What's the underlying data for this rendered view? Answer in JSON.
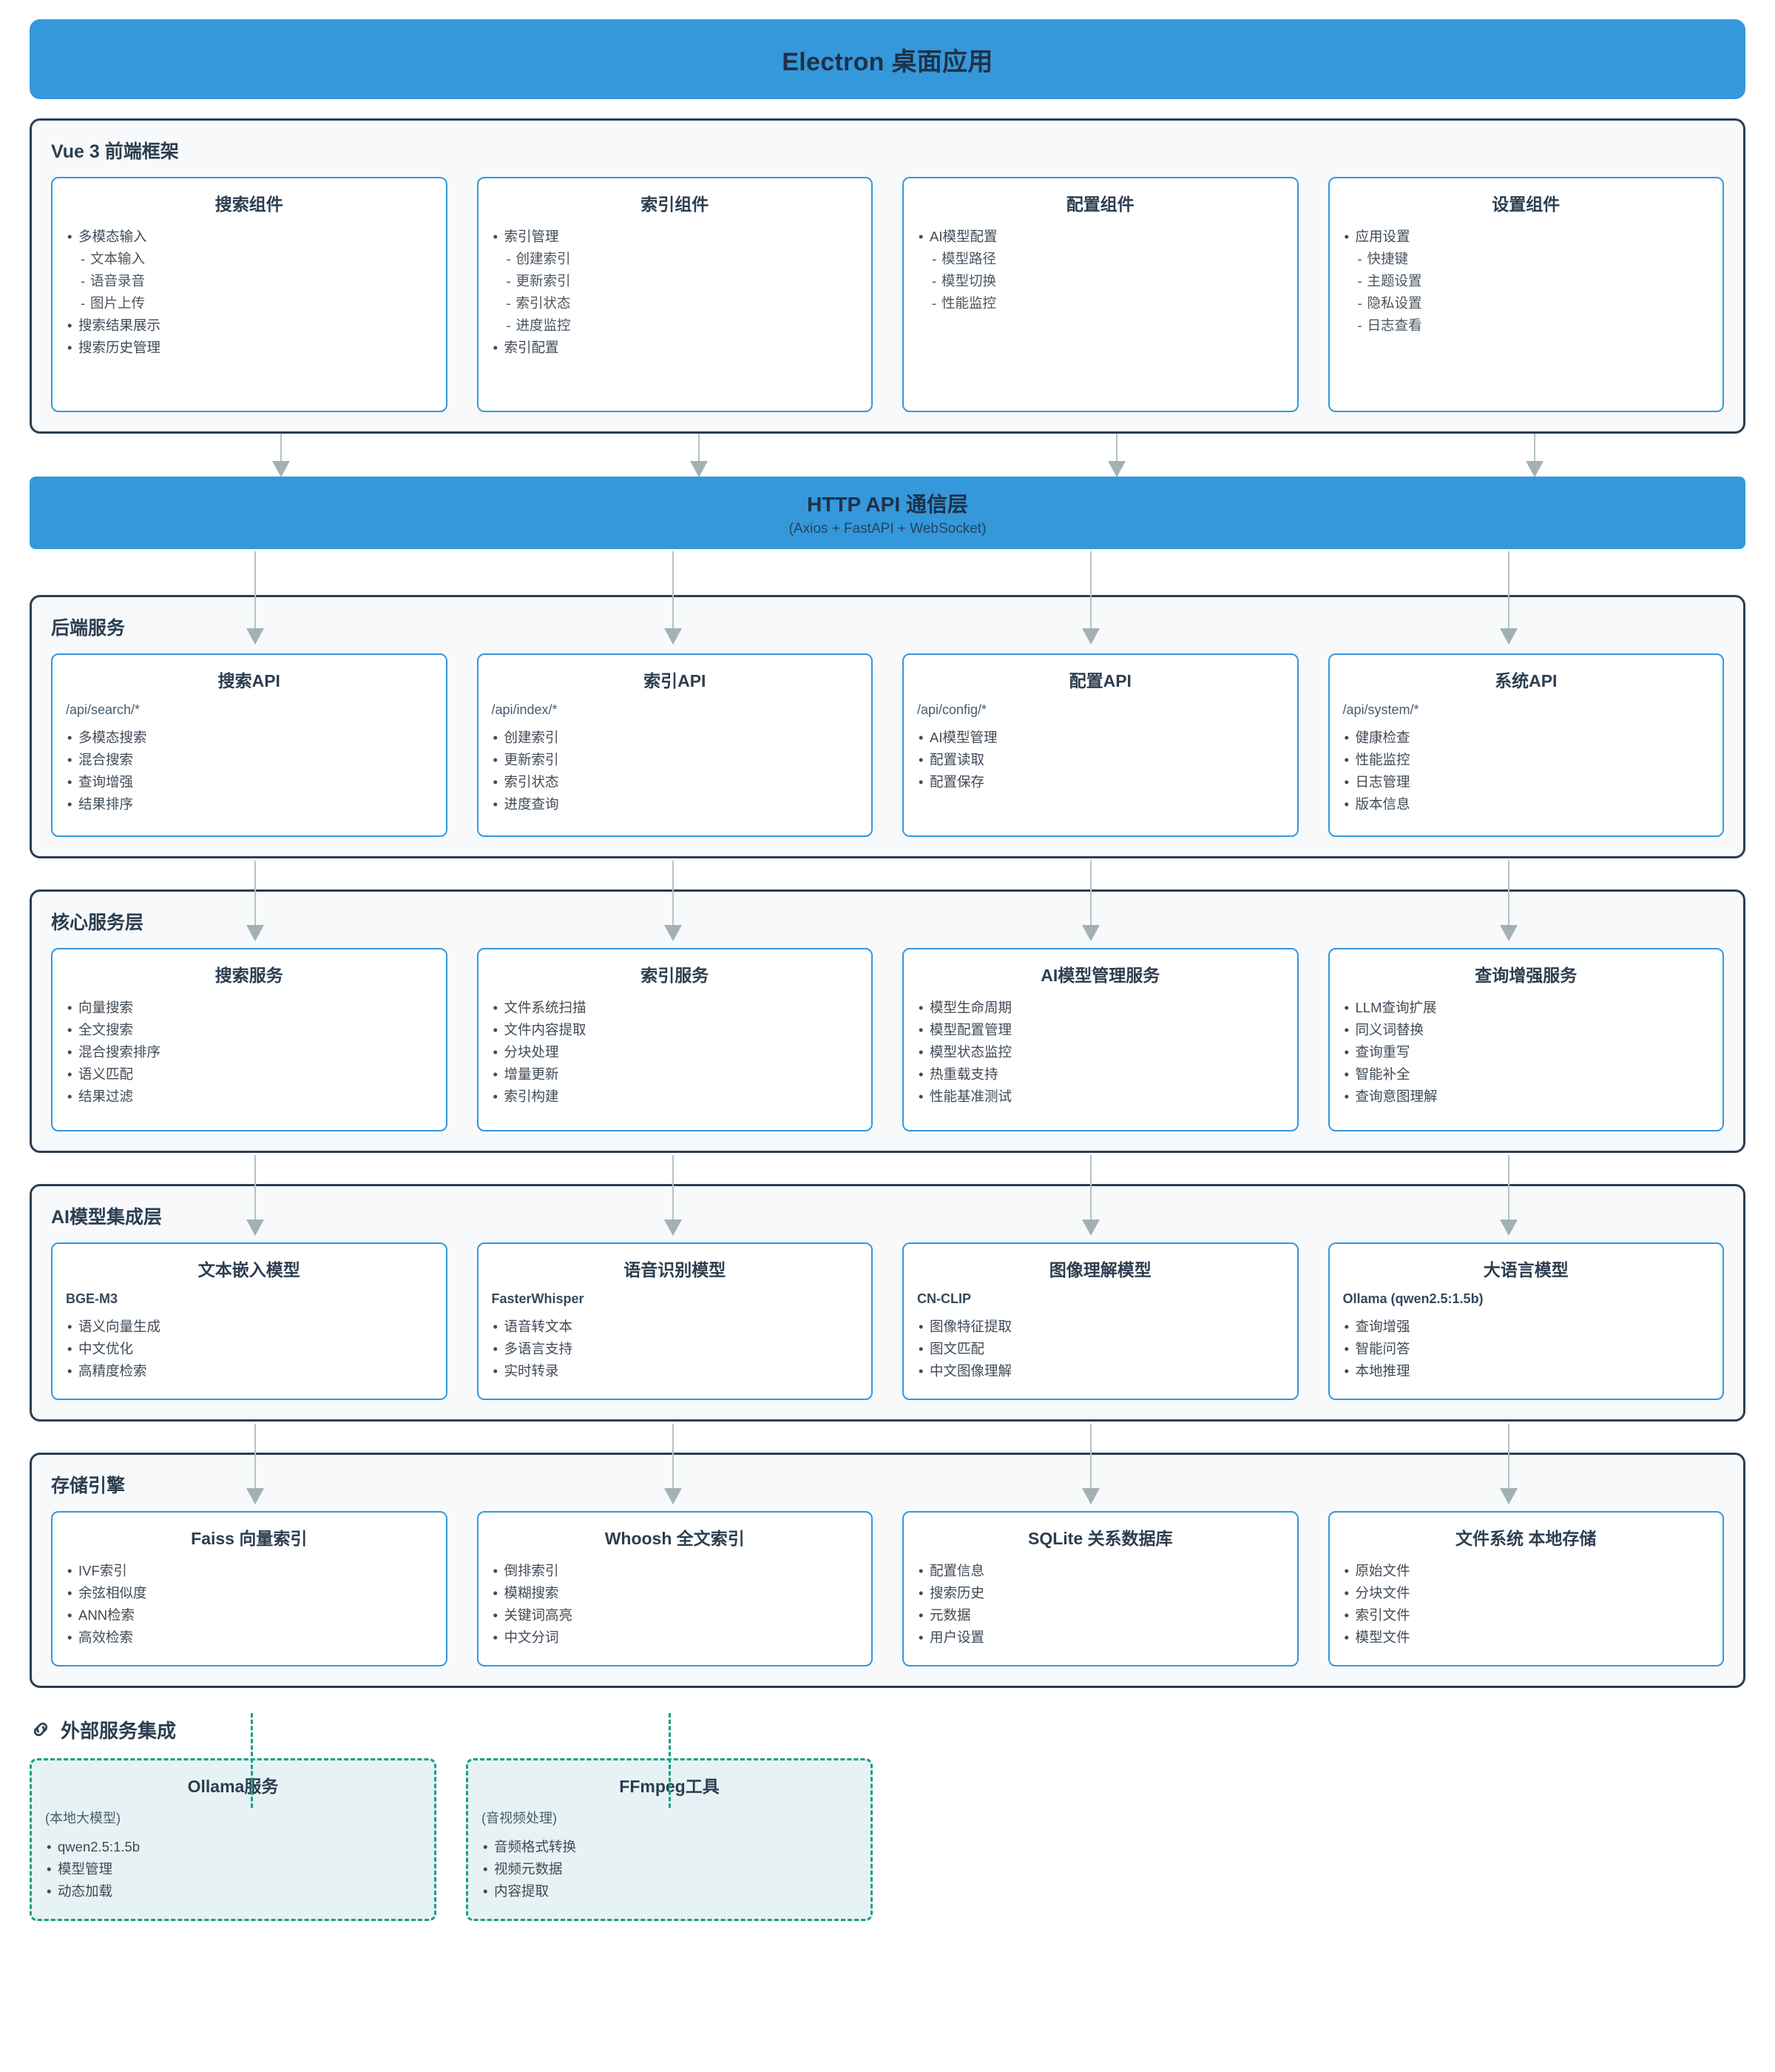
{
  "banner": {
    "title": "Electron 桌面应用"
  },
  "layers": [
    {
      "id": "frontend",
      "title": "Vue 3 前端框架",
      "cards": [
        {
          "title": "搜索组件",
          "features": [
            "多模态输入"
          ],
          "sub_features": [
            "文本输入",
            "语音录音",
            "图片上传"
          ],
          "features_after": [
            "搜索结果展示",
            "搜索历史管理"
          ]
        },
        {
          "title": "索引组件",
          "features": [
            "索引管理"
          ],
          "sub_features": [
            "创建索引",
            "更新索引",
            "索引状态",
            "进度监控"
          ],
          "features_after": [
            "索引配置"
          ]
        },
        {
          "title": "配置组件",
          "features": [
            "AI模型配置"
          ],
          "sub_features": [
            "模型路径",
            "模型切换",
            "性能监控"
          ],
          "features_after": []
        },
        {
          "title": "设置组件",
          "features": [
            "应用设置"
          ],
          "sub_features": [
            "快捷键",
            "主题设置",
            "隐私设置",
            "日志查看"
          ],
          "features_after": []
        }
      ]
    },
    {
      "id": "backend",
      "title": "后端服务",
      "cards": [
        {
          "title": "搜索API",
          "endpoint": "/api/search/*",
          "features": [
            "多模态搜索",
            "混合搜索",
            "查询增强",
            "结果排序"
          ]
        },
        {
          "title": "索引API",
          "endpoint": "/api/index/*",
          "features": [
            "创建索引",
            "更新索引",
            "索引状态",
            "进度查询"
          ]
        },
        {
          "title": "配置API",
          "endpoint": "/api/config/*",
          "features": [
            "AI模型管理",
            "配置读取",
            "配置保存"
          ]
        },
        {
          "title": "系统API",
          "endpoint": "/api/system/*",
          "features": [
            "健康检查",
            "性能监控",
            "日志管理",
            "版本信息"
          ]
        }
      ]
    },
    {
      "id": "core",
      "title": "核心服务层",
      "cards": [
        {
          "title": "搜索服务",
          "features": [
            "向量搜索",
            "全文搜索",
            "混合搜索排序",
            "语义匹配",
            "结果过滤"
          ]
        },
        {
          "title": "索引服务",
          "features": [
            "文件系统扫描",
            "文件内容提取",
            "分块处理",
            "增量更新",
            "索引构建"
          ]
        },
        {
          "title": "AI模型管理服务",
          "features": [
            "模型生命周期",
            "模型配置管理",
            "模型状态监控",
            "热重载支持",
            "性能基准测试"
          ]
        },
        {
          "title": "查询增强服务",
          "features": [
            "LLM查询扩展",
            "同义词替换",
            "查询重写",
            "智能补全",
            "查询意图理解"
          ]
        }
      ]
    },
    {
      "id": "ai",
      "title": "AI模型集成层",
      "cards": [
        {
          "title": "文本嵌入模型",
          "model": "BGE-M3",
          "features": [
            "语义向量生成",
            "中文优化",
            "高精度检索"
          ]
        },
        {
          "title": "语音识别模型",
          "model": "FasterWhisper",
          "features": [
            "语音转文本",
            "多语言支持",
            "实时转录"
          ]
        },
        {
          "title": "图像理解模型",
          "model": "CN-CLIP",
          "features": [
            "图像特征提取",
            "图文匹配",
            "中文图像理解"
          ]
        },
        {
          "title": "大语言模型",
          "model": "Ollama (qwen2.5:1.5b)",
          "features": [
            "查询增强",
            "智能问答",
            "本地推理"
          ]
        }
      ]
    },
    {
      "id": "storage",
      "title": "存储引擎",
      "cards": [
        {
          "title": "Faiss 向量索引",
          "features": [
            "IVF索引",
            "余弦相似度",
            "ANN检索",
            "高效检索"
          ]
        },
        {
          "title": "Whoosh 全文索引",
          "features": [
            "倒排索引",
            "模糊搜索",
            "关键词高亮",
            "中文分词"
          ]
        },
        {
          "title": "SQLite 关系数据库",
          "features": [
            "配置信息",
            "搜索历史",
            "元数据",
            "用户设置"
          ]
        },
        {
          "title": "文件系统 本地存储",
          "features": [
            "原始文件",
            "分块文件",
            "索引文件",
            "模型文件"
          ]
        }
      ]
    }
  ],
  "http_band": {
    "title": "HTTP API 通信层",
    "subtitle": "(Axios + FastAPI + WebSocket)"
  },
  "external": {
    "title": "外部服务集成",
    "icon": "link-icon",
    "cards": [
      {
        "title": "Ollama服务",
        "note": "(本地大模型)",
        "features": [
          "qwen2.5:1.5b",
          "模型管理",
          "动态加载"
        ]
      },
      {
        "title": "FFmpeg工具",
        "note": "(音视频处理)",
        "features": [
          "音频格式转换",
          "视频元数据",
          "内容提取"
        ]
      }
    ]
  },
  "colors": {
    "accent_blue": "#3498db",
    "layer_border": "#2c3e50",
    "external_green": "#16a085",
    "arrow_grey": "#a3b1b3"
  }
}
